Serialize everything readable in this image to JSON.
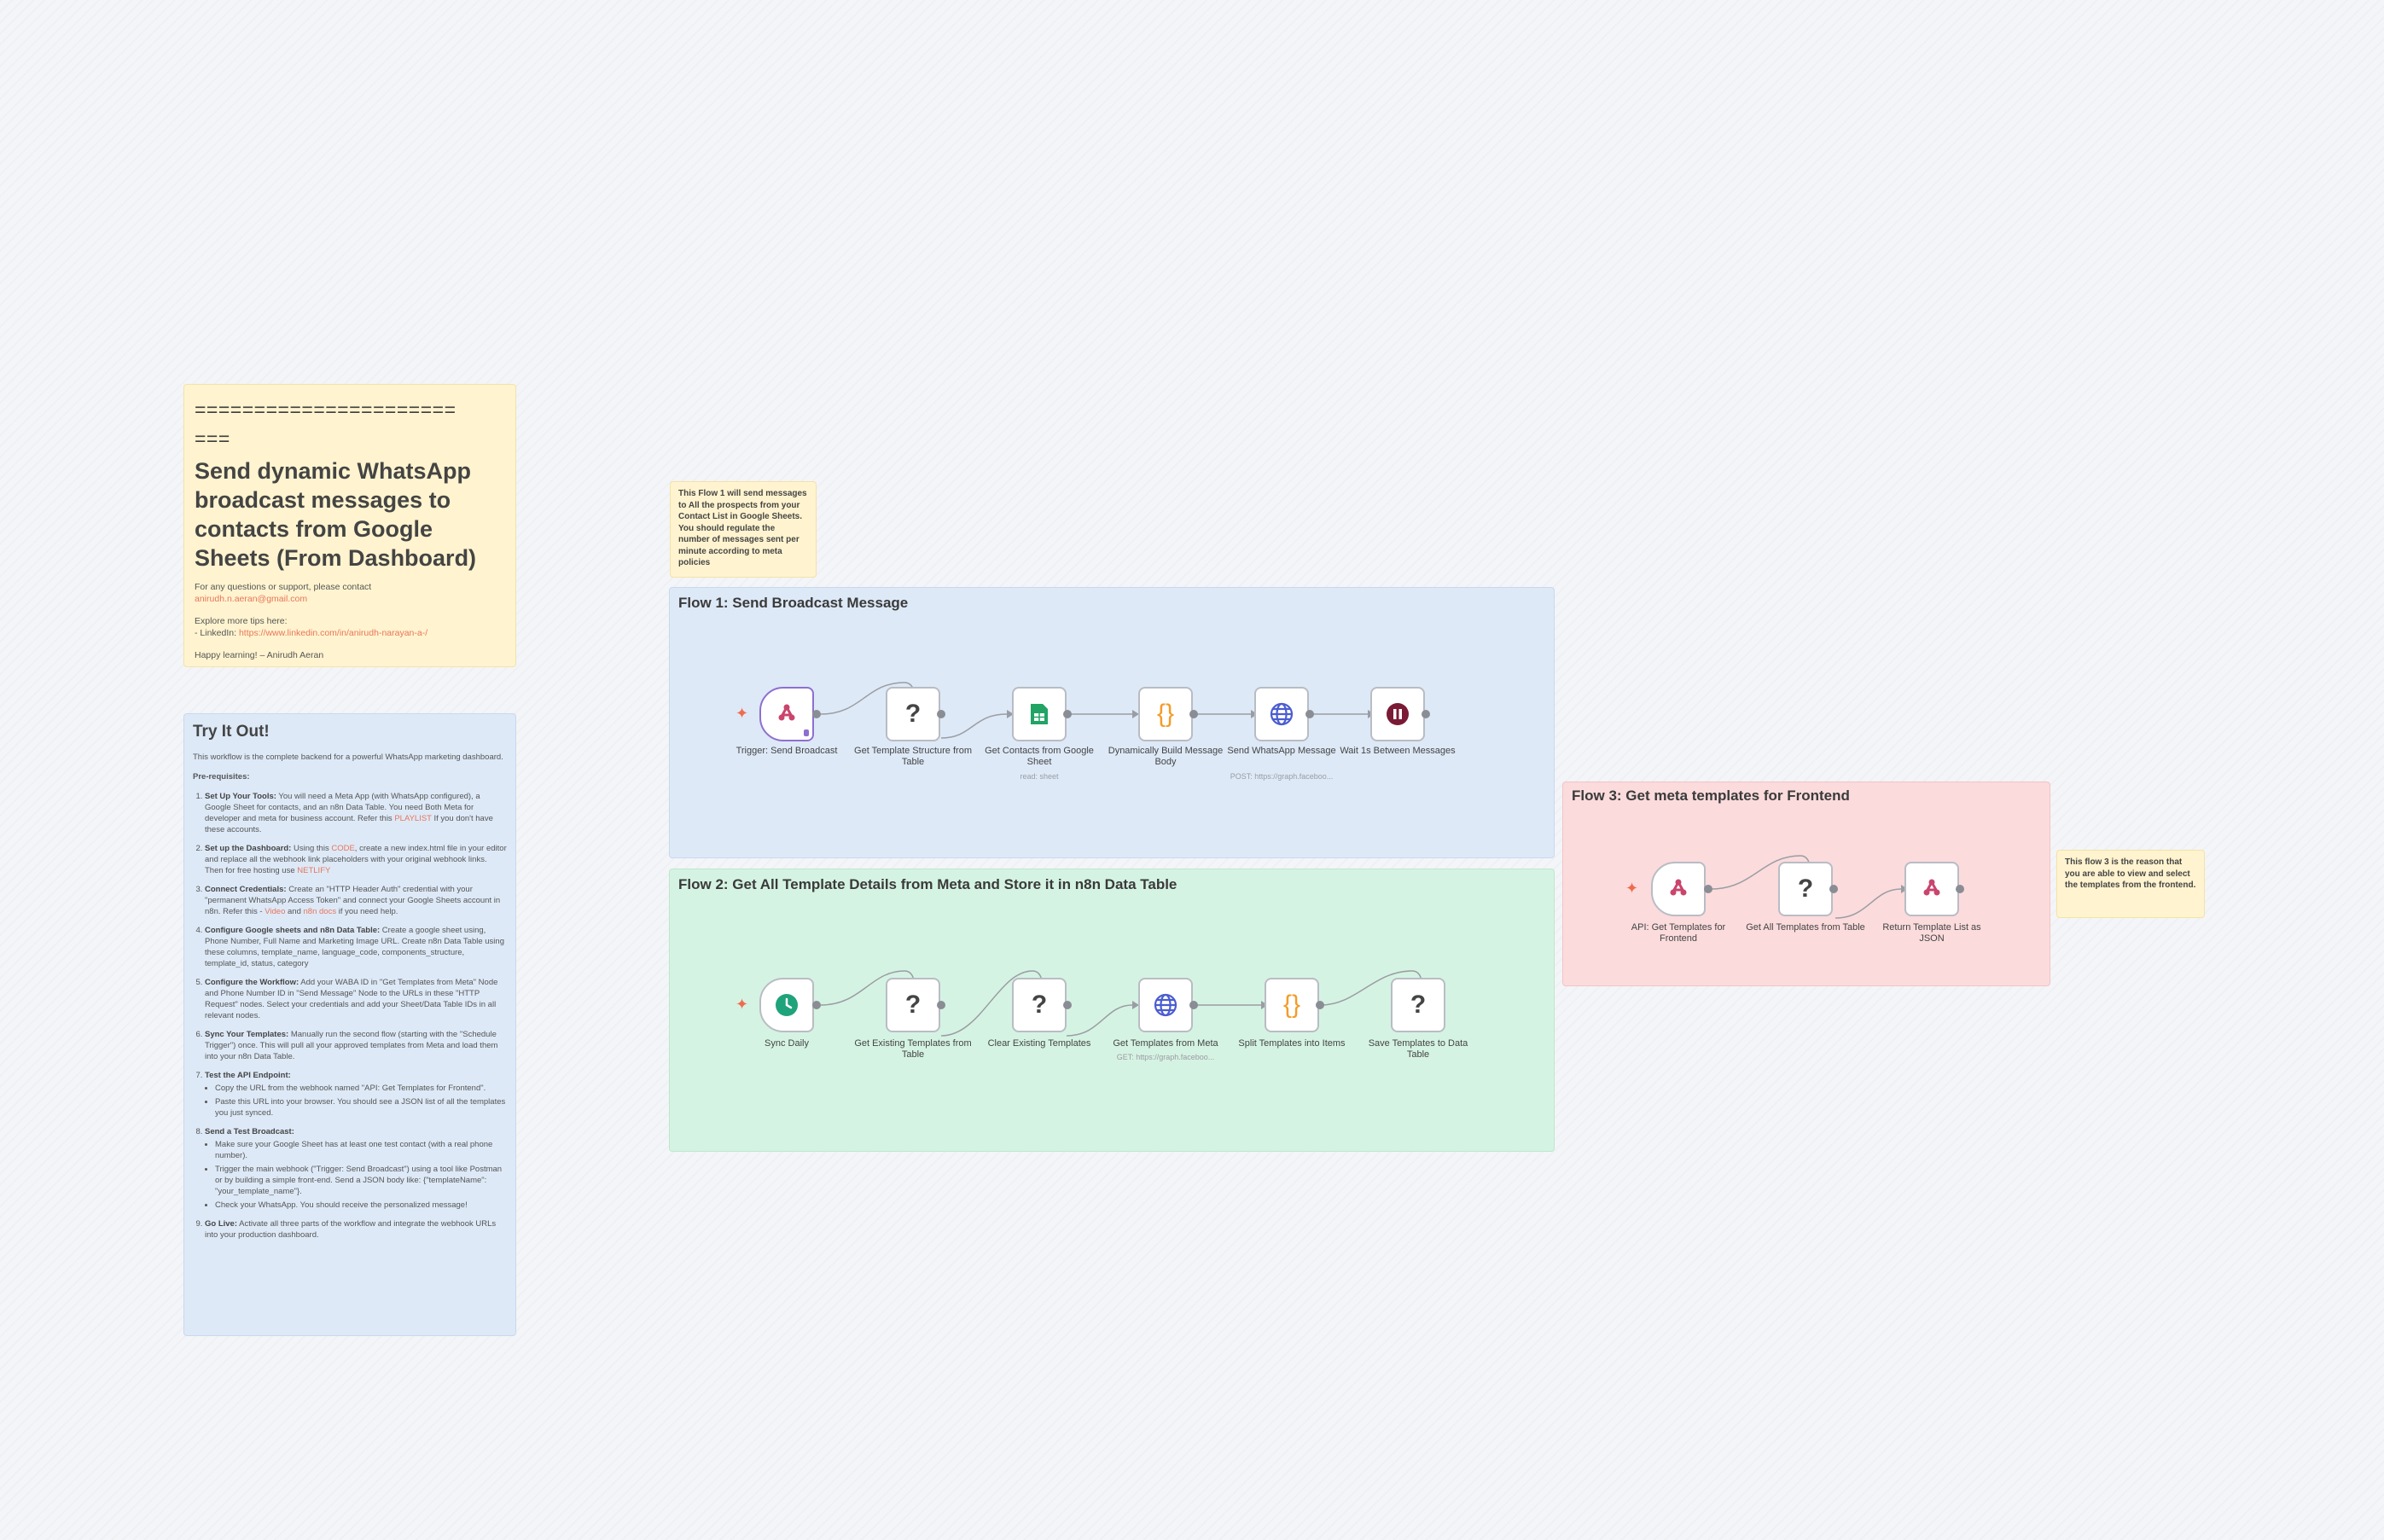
{
  "intro_note": {
    "separator": "======================",
    "separator2": "===",
    "title": "Send dynamic WhatsApp broadcast messages to contacts from Google Sheets (From Dashboard)",
    "support_text": "For any questions or support, please contact",
    "support_email": "anirudh.n.aeran@gmail.com",
    "tips_text": "Explore more tips here:",
    "linkedin_label": "- LinkedIn: ",
    "linkedin_url": "https://www.linkedin.com/in/anirudh-narayan-a-/",
    "signoff": "Happy learning! – Anirudh Aeran"
  },
  "try_it": {
    "title": "Try It Out!",
    "intro": "This workflow is the complete backend for a powerful WhatsApp marketing dashboard.",
    "prereq": "Pre-requisites:",
    "steps": [
      {
        "head": "Set Up Your Tools:",
        "body": "You will need a Meta App (with WhatsApp configured), a Google Sheet for contacts, and an n8n Data Table. You need Both Meta for developer and meta for business account. Refer this",
        "link": "PLAYLIST",
        "tail": "If you don't have these accounts."
      },
      {
        "head": "Set up the Dashboard:",
        "body": "Using this",
        "link": "CODE",
        "tail": ", create a new index.html file in your editor and replace all the webhook link placeholders with your original webhook links. Then for free hosting use",
        "link2": "NETLIFY"
      },
      {
        "head": "Connect Credentials:",
        "body": "Create an \"HTTP Header Auth\" credential with your \"permanent WhatsApp Access Token\" and connect your Google Sheets account in n8n. Refer this -",
        "link": "Video",
        "mid": "and",
        "link2": "n8n docs",
        "tail": "if you need help."
      },
      {
        "head": "Configure Google sheets and n8n Data Table:",
        "body": "Create a google sheet using, Phone Number, Full Name and Marketing Image URL. Create n8n Data Table using these columns, template_name, language_code, components_structure, template_id, status, category"
      },
      {
        "head": "Configure the Workflow:",
        "body": "Add your WABA ID in \"Get Templates from Meta\" Node and Phone Number ID in \"Send Message\" Node to the URLs in these \"HTTP Request\" nodes. Select your credentials and add your Sheet/Data Table IDs in all relevant nodes."
      },
      {
        "head": "Sync Your Templates:",
        "body": "Manually run the second flow (starting with the \"Schedule Trigger\") once. This will pull all your approved templates from Meta and load them into your n8n Data Table."
      },
      {
        "head": "Test the API Endpoint:",
        "body": ""
      },
      {
        "head": "Send a Test Broadcast:",
        "body": ""
      },
      {
        "head": "Go Live:",
        "body": "Activate all three parts of the workflow and integrate the webhook URLs into your production dashboard."
      }
    ],
    "step7_bullets": [
      "Copy the URL from the webhook named \"API: Get Templates for Frontend\".",
      "Paste this URL into your browser. You should see a JSON list of all the templates you just synced."
    ],
    "step8_bullets": [
      "Make sure your Google Sheet has at least one test contact (with a real phone number).",
      "Trigger the main webhook (\"Trigger: Send Broadcast\") using a tool like Postman or by building a simple front-end. Send a JSON body like: {\"templateName\": \"your_template_name\"}.",
      "Check your WhatsApp. You should receive the personalized message!"
    ]
  },
  "sticky_flow1": "This Flow 1 will send messages to All the prospects from your Contact List in Google Sheets. You should regulate the number of messages sent per minute according to meta policies",
  "sticky_flow3": "This flow 3 is the reason that you are able to view and select the templates from the frontend.",
  "sections": {
    "flow1": "Flow 1: Send Broadcast Message",
    "flow2": "Flow 2: Get All Template Details from Meta and Store it in n8n Data Table",
    "flow3": "Flow 3: Get meta templates for Frontend"
  },
  "flow1_nodes": [
    {
      "label": "Trigger: Send Broadcast",
      "icon": "webhook-icon",
      "sub": ""
    },
    {
      "label": "Get Template Structure from Table",
      "icon": "question-icon",
      "sub": ""
    },
    {
      "label": "Get Contacts from Google Sheet",
      "icon": "google-sheets-icon",
      "sub": "read: sheet"
    },
    {
      "label": "Dynamically Build Message Body",
      "icon": "code-braces-icon",
      "sub": ""
    },
    {
      "label": "Send WhatsApp Message",
      "icon": "globe-icon",
      "sub": "POST: https://graph.faceboo..."
    },
    {
      "label": "Wait 1s Between Messages",
      "icon": "pause-icon",
      "sub": ""
    }
  ],
  "flow2_nodes": [
    {
      "label": "Sync Daily",
      "icon": "clock-icon",
      "sub": ""
    },
    {
      "label": "Get Existing Templates from Table",
      "icon": "question-icon",
      "sub": ""
    },
    {
      "label": "Clear Existing Templates",
      "icon": "question-icon",
      "sub": ""
    },
    {
      "label": "Get Templates from Meta",
      "icon": "globe-icon",
      "sub": "GET: https://graph.faceboo..."
    },
    {
      "label": "Split Templates into Items",
      "icon": "code-braces-icon",
      "sub": ""
    },
    {
      "label": "Save Templates to Data Table",
      "icon": "question-icon",
      "sub": ""
    }
  ],
  "flow3_nodes": [
    {
      "label": "API: Get Templates for Frontend",
      "icon": "webhook-icon",
      "sub": ""
    },
    {
      "label": "Get All Templates from Table",
      "icon": "question-icon",
      "sub": ""
    },
    {
      "label": "Return Template List as JSON",
      "icon": "webhook-icon",
      "sub": ""
    }
  ],
  "glyphs": {
    "question": "?",
    "braces": "{}",
    "bolt": "✦"
  },
  "colors": {
    "webhook": "#c9456d",
    "sheets": "#21a464",
    "code": "#f39c28",
    "globe": "#4a5dd1",
    "pause": "#7a1a35",
    "clock": "#1fa37a"
  }
}
